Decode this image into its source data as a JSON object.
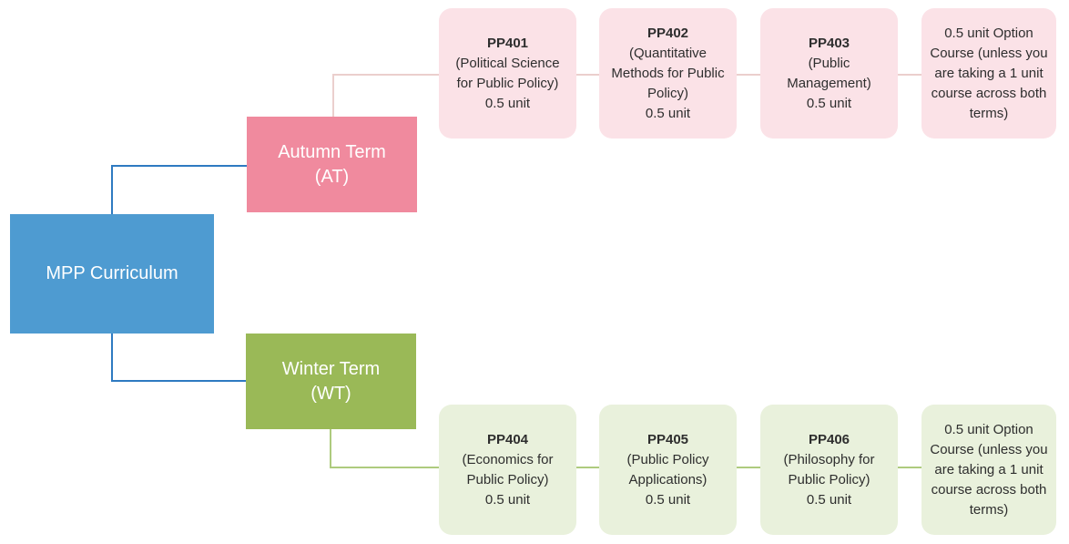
{
  "diagram_title": "MPP Curriculum",
  "root": {
    "label": "MPP Curriculum"
  },
  "terms": {
    "autumn": {
      "line1": "Autumn Term",
      "line2": "(AT)"
    },
    "winter": {
      "line1": "Winter Term",
      "line2": "(WT)"
    }
  },
  "autumn_courses": [
    {
      "code": "PP401",
      "name": "(Political Science for Public Policy)",
      "unit": "0.5 unit"
    },
    {
      "code": "PP402",
      "name": "(Quantitative Methods for Public Policy)",
      "unit": "0.5 unit"
    },
    {
      "code": "PP403",
      "name": "(Public Management)",
      "unit": "0.5 unit"
    }
  ],
  "autumn_option": {
    "text": "0.5 unit Option Course (unless you are taking a 1 unit course across both terms)"
  },
  "winter_courses": [
    {
      "code": "PP404",
      "name": "(Economics for Public Policy)",
      "unit": "0.5 unit"
    },
    {
      "code": "PP405",
      "name": "(Public Policy Applications)",
      "unit": "0.5 unit"
    },
    {
      "code": "PP406",
      "name": "(Philosophy for Public Policy)",
      "unit": "0.5 unit"
    }
  ],
  "winter_option": {
    "text": "0.5 unit Option Course (unless you are taking a 1 unit course across both terms)"
  },
  "colors": {
    "root_blue": "#4E9BD1",
    "term_pink": "#F08A9E",
    "term_green": "#9AB957",
    "course_pink": "#FBE2E7",
    "course_green": "#E9F1DC",
    "line_blue": "#2E7AC1",
    "line_pink": "#EBCFCD",
    "line_green": "#AECB7E",
    "text_dark": "#2E2E2E"
  }
}
